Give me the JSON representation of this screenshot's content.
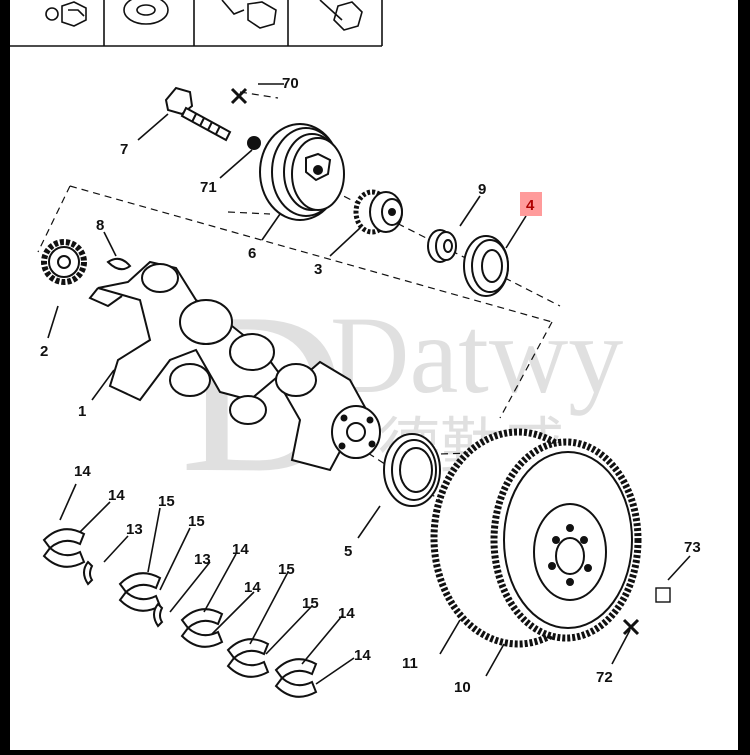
{
  "watermark": {
    "brand": "Datwy",
    "chinese": "德勤威"
  },
  "colors": {
    "background_frame": "#000000",
    "paper": "#ffffff",
    "ink": "#111111",
    "highlight_box": "#ff8a8a",
    "highlight_text": "#b00000",
    "watermark": "#c8c8c8"
  },
  "callouts": {
    "c70": "70",
    "c7": "7",
    "c71": "71",
    "c6": "6",
    "c3": "3",
    "c9": "9",
    "c4": "4",
    "c8": "8",
    "c2": "2",
    "c1": "1",
    "c5": "5",
    "c14a": "14",
    "c14b": "14",
    "c13a": "13",
    "c15a": "15",
    "c15b": "15",
    "c13b": "13",
    "c14c": "14",
    "c14d": "14",
    "c15c": "15",
    "c15d": "15",
    "c14e": "14",
    "c14f": "14",
    "c73": "73",
    "c72": "72",
    "c11": "11",
    "c10": "10"
  },
  "highlighted_callout": "4",
  "legend_icons": [
    "nut-icon",
    "washer-icon",
    "bolt-icon",
    "stud-icon"
  ]
}
